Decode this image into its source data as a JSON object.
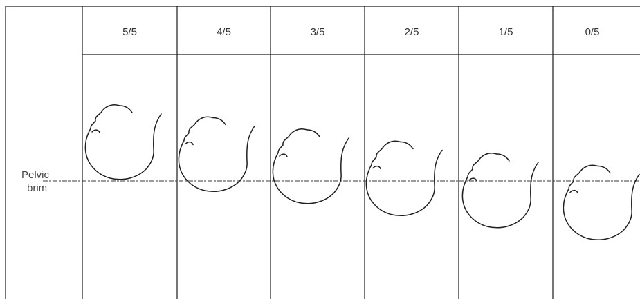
{
  "columns": [
    {
      "label": "5/5",
      "descent": 0
    },
    {
      "label": "4/5",
      "descent": 1
    },
    {
      "label": "3/5",
      "descent": 2
    },
    {
      "label": "2/5",
      "descent": 3
    },
    {
      "label": "1/5",
      "descent": 4
    },
    {
      "label": "0/5",
      "descent": 5
    }
  ],
  "side_label": {
    "line1": "Pelvic",
    "line2": "brim"
  }
}
